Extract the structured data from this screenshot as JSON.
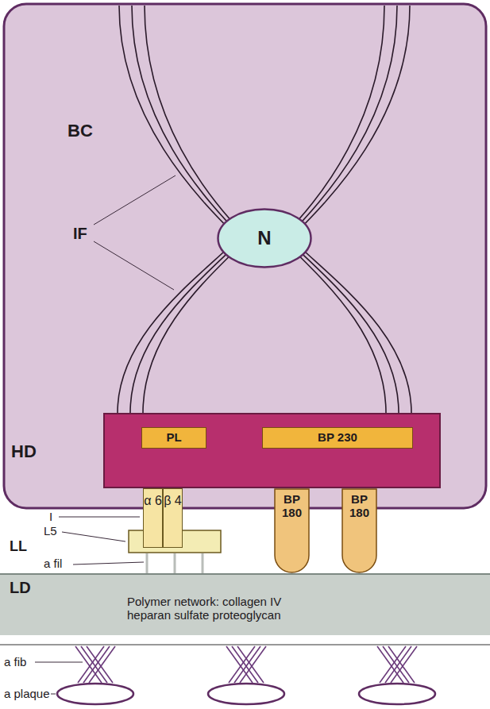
{
  "diagram": {
    "nodes": [
      {
        "text": [
          "BC"
        ]
      },
      {
        "text": [
          "N"
        ],
        "in": 0
      },
      {
        "text": [
          "HD"
        ],
        "in": 0
      },
      {
        "text": [
          "PL"
        ],
        "in": 2
      },
      {
        "text": [
          "BP 230"
        ],
        "in": 2
      },
      {
        "text": [
          "α 6"
        ]
      },
      {
        "text": [
          "β 4"
        ]
      },
      {
        "text": [
          "BP 180"
        ]
      },
      {
        "text": [
          "BP 180"
        ]
      },
      {
        "text": [
          "LD",
          "Polymer network: collagen IV heparan sulfate proteoglycan"
        ]
      }
    ],
    "labels": [
      "IF",
      "I",
      "L5",
      "LL",
      "a fil",
      "a fib",
      "a plaque"
    ]
  }
}
